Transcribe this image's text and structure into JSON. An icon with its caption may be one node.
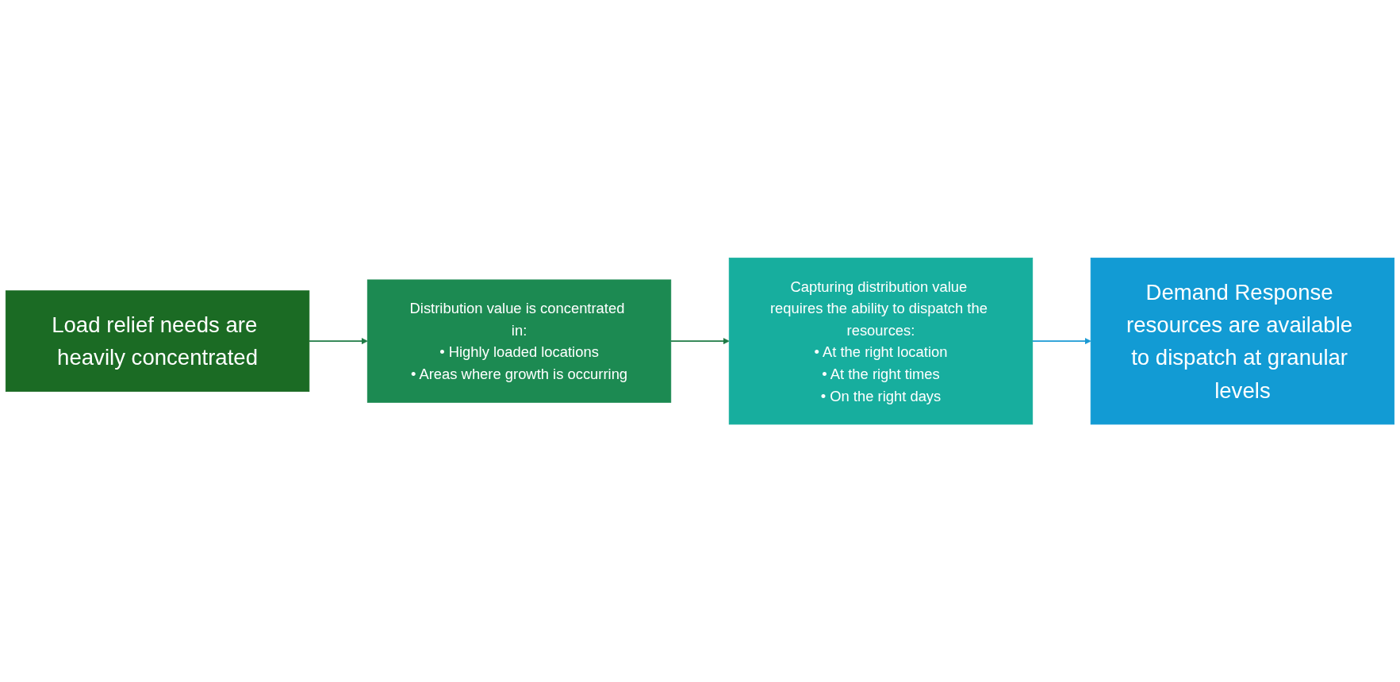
{
  "diagram": {
    "nodes": [
      {
        "text": [
          "Load relief needs are heavily concentrated"
        ]
      },
      {
        "text": [
          "Distribution value is concentrated in:",
          "• Highly loaded locations",
          "• Areas where growth is occurring"
        ]
      },
      {
        "text": [
          "Capturing distribution value requires the ability to dispatch the resources:",
          "• At the right location",
          "• At the right times",
          "• On the right days"
        ]
      },
      {
        "text": [
          "Demand Response resources are available to dispatch at granular levels"
        ]
      }
    ],
    "edges": [
      {
        "from": 0,
        "to": 1,
        "arrow": "to"
      },
      {
        "from": 1,
        "to": 2,
        "arrow": "to"
      },
      {
        "from": 2,
        "to": 3,
        "arrow": "to",
        "color": "#1a9ad4"
      }
    ]
  }
}
